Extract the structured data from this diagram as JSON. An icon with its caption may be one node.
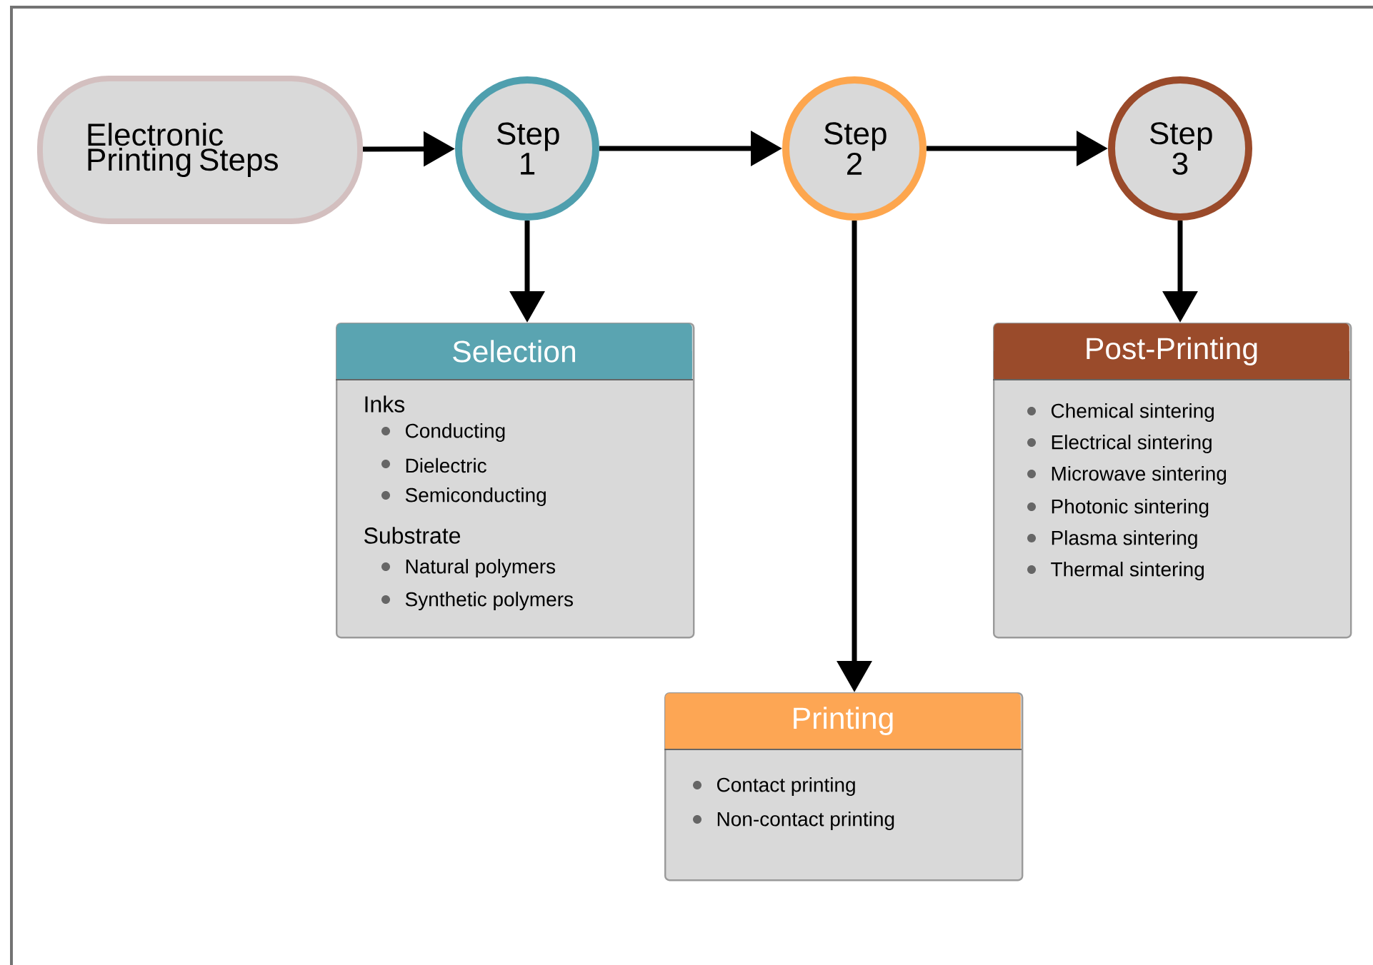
{
  "diagram": {
    "nodes": [
      {
        "text": [
          "Electronic Printing Steps"
        ]
      },
      {
        "text": [
          "Step 1"
        ]
      },
      {
        "text": [
          "Step 2"
        ]
      },
      {
        "text": [
          "Step 3"
        ]
      },
      {
        "text": [
          "Selection",
          "Inks",
          "Conducting",
          "Dielectric",
          "Semiconducting",
          "Substrate",
          "Natural polymers",
          "Synthetic polymers"
        ]
      },
      {
        "text": [
          "Post-Printing",
          "Chemical sintering",
          "Electrical sintering",
          "Microwave sintering",
          "Photonic sintering",
          "Plasma sintering",
          "Thermal sintering"
        ]
      },
      {
        "text": [
          "Printing",
          "Contact printing",
          "Non-contact printing"
        ]
      }
    ],
    "edges": [
      {
        "from": 0,
        "to": 1,
        "arrow": "to"
      },
      {
        "from": 1,
        "to": 2,
        "arrow": "to"
      },
      {
        "from": 2,
        "to": 3,
        "arrow": "to"
      },
      {
        "from": 1,
        "to": 4,
        "arrow": "to"
      },
      {
        "from": 2,
        "to": 6,
        "arrow": "to"
      },
      {
        "from": 3,
        "to": 5,
        "arrow": "to"
      }
    ]
  }
}
